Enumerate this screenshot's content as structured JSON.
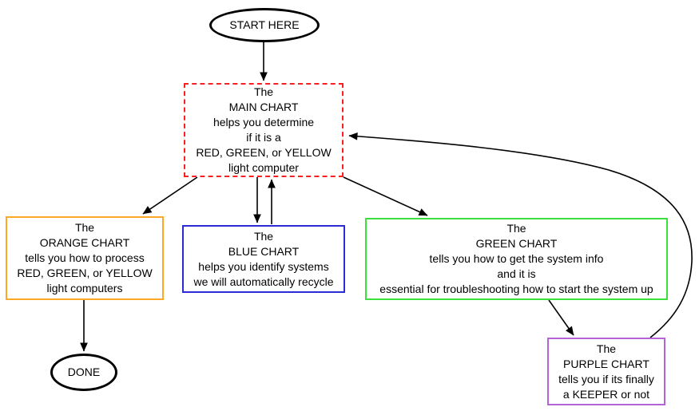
{
  "diagram": {
    "background_color": "#ffffff",
    "edge_color": "#000000",
    "nodes": {
      "start": {
        "label": "START HERE",
        "shape": "ellipse",
        "border_color": "#000000"
      },
      "main": {
        "label": "The\nMAIN CHART\nhelps you determine\nif it is a\nRED, GREEN, or YELLOW\nlight computer",
        "shape": "dashed-rectangle",
        "border_color": "#fb2020"
      },
      "orange": {
        "label": "The\nORANGE CHART\ntells you how to process\nRED, GREEN, or YELLOW\nlight computers",
        "shape": "rectangle",
        "border_color": "#ffa826"
      },
      "blue": {
        "label": "The\nBLUE CHART\nhelps you identify systems\nwe will automatically recycle",
        "shape": "rectangle",
        "border_color": "#2c2cd4"
      },
      "green": {
        "label": "The\nGREEN CHART\ntells you how to get the system info\nand it is\nessential for troubleshooting how to start the system up",
        "shape": "rectangle",
        "border_color": "#3be03b"
      },
      "purple": {
        "label": "The\nPURPLE CHART\ntells you if its finally\na KEEPER or not",
        "shape": "rectangle",
        "border_color": "#b564d8"
      },
      "done": {
        "label": "DONE",
        "shape": "ellipse",
        "border_color": "#000000"
      }
    },
    "edges": [
      {
        "from": "start",
        "to": "main"
      },
      {
        "from": "main",
        "to": "orange"
      },
      {
        "from": "main",
        "to": "blue"
      },
      {
        "from": "blue",
        "to": "main"
      },
      {
        "from": "main",
        "to": "green"
      },
      {
        "from": "orange",
        "to": "done"
      },
      {
        "from": "green",
        "to": "purple"
      },
      {
        "from": "purple",
        "to": "main"
      }
    ]
  }
}
